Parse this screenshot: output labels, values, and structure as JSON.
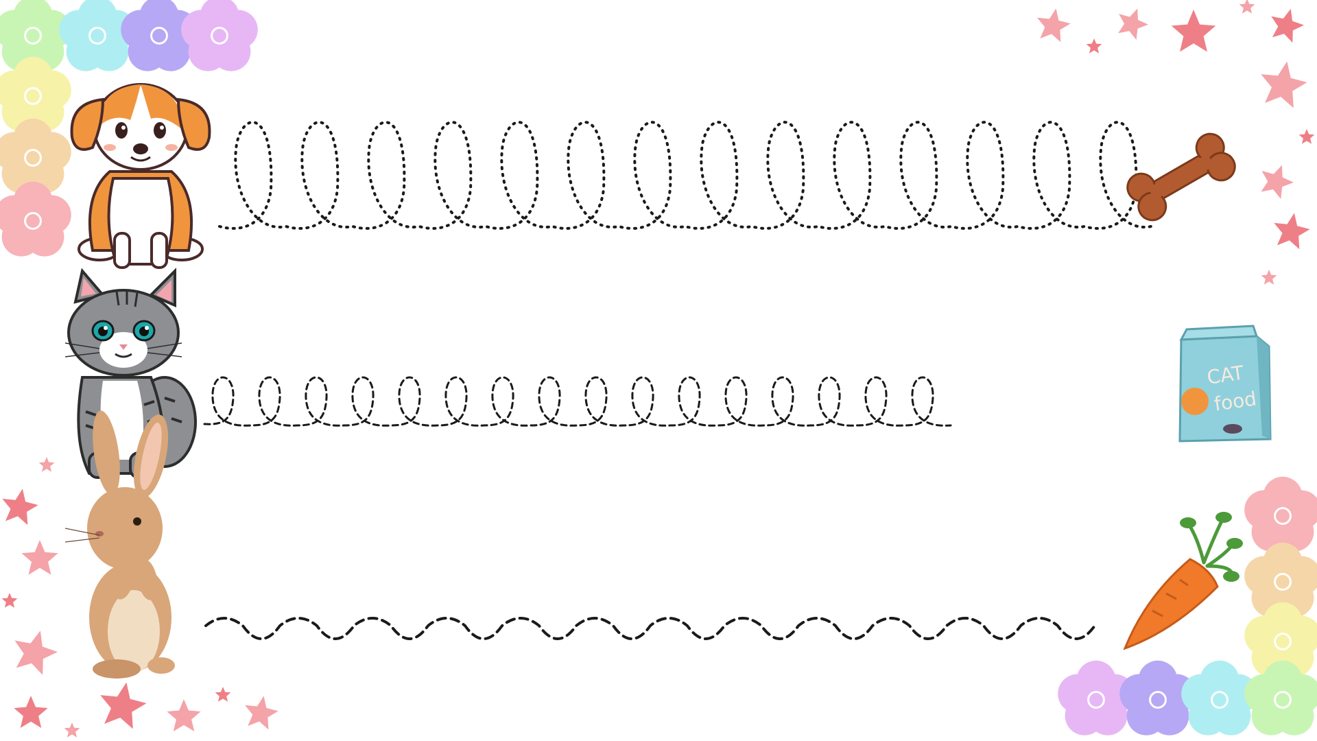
{
  "worksheet": {
    "rows": [
      {
        "animal": "dog-icon",
        "goal": "bone-icon",
        "path": "large-loops"
      },
      {
        "animal": "cat-icon",
        "goal": "cat-food-bag-icon",
        "path": "small-loops"
      },
      {
        "animal": "rabbit-icon",
        "goal": "carrot-icon",
        "path": "waves"
      }
    ],
    "cat_food_label_top": "CAT",
    "cat_food_label_bottom": "food"
  },
  "colors": {
    "trace_line": "#1a1a1a",
    "flower_palette": [
      "#c8f5b4",
      "#aeeef2",
      "#b6a8f5",
      "#e7b7f5",
      "#f6f2a8",
      "#f5d6a8",
      "#f7b3b8"
    ],
    "star_pink": "#f4a3a8",
    "star_red": "#ee7f86",
    "dog_orange": "#f0953e",
    "cat_grey": "#8d8f93",
    "rabbit_tan": "#d8a679",
    "bone_brown": "#b35b30",
    "food_bag_teal": "#8fd0dc",
    "carrot_orange": "#f07a2a",
    "carrot_green": "#4c9a3a"
  }
}
